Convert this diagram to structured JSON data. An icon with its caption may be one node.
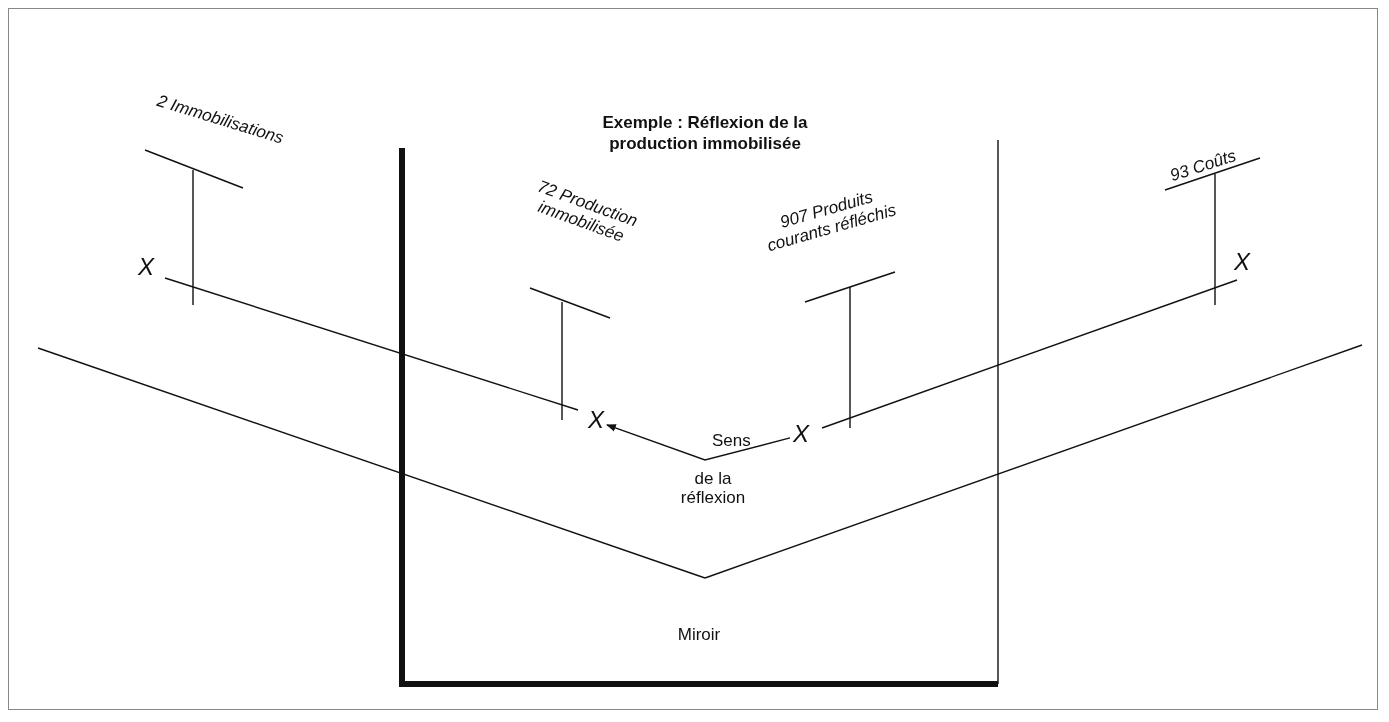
{
  "diagram": {
    "title": "Exemple : Réflexion de la production immobilisée",
    "nodes": [
      {
        "text": [
          "Miroir"
        ]
      },
      {
        "text": [
          "X"
        ],
        "in": 0
      },
      {
        "text": [
          "X"
        ],
        "in": 0
      }
    ],
    "edges": [
      {
        "from": 2,
        "to": 1,
        "arrow": "to"
      }
    ],
    "labels": [
      "2 Immobilisations",
      "X",
      "72 Production immobilisée",
      "907 Produits courants réfléchis",
      "93 Coûts",
      "X",
      "Sens",
      "de la réflexion"
    ]
  }
}
